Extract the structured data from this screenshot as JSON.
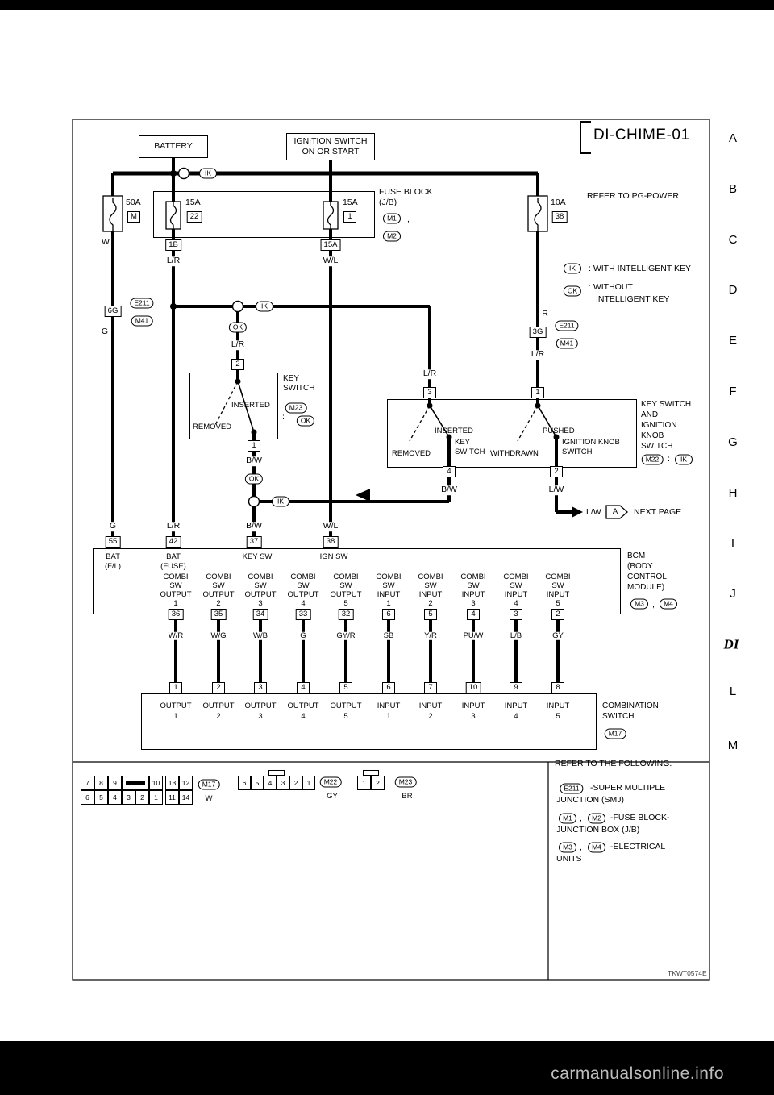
{
  "page": {
    "diagram_title": "DI-CHIME-01",
    "figure_code": "TKWT0574E",
    "watermark": "carmanualsonline.info",
    "section_current": "DI",
    "side_letters": [
      "A",
      "B",
      "C",
      "D",
      "E",
      "F",
      "G",
      "H",
      "I",
      "J"
    ],
    "side_letters_bottom": [
      "L",
      "M"
    ]
  },
  "notes": {
    "refer_pg_power": "REFER TO PG-POWER.",
    "ik": "IK",
    "ok": "OK",
    "with_ik": ": WITH INTELLIGENT KEY",
    "without_ik_1": ": WITHOUT",
    "without_ik_2": "INTELLIGENT KEY",
    "next_page": "NEXT PAGE",
    "next_page_ref": "A",
    "colon": ":",
    "comma": ","
  },
  "power": {
    "battery": "BATTERY",
    "ignition_1": "IGNITION SWITCH",
    "ignition_2": "ON OR START",
    "fuse_block_1": "FUSE BLOCK",
    "fuse_block_2": "(J/B)",
    "jb_ref_1": "M1",
    "jb_ref_2": "M2",
    "f50_amp": "50A",
    "f50_slot": "M",
    "f50_wire": "W",
    "f22_amp": "15A",
    "f22_slot": "22",
    "f22_out": "1B",
    "f22_wire": "L/R",
    "f1_amp": "15A",
    "f1_slot": "1",
    "f1_out": "15A",
    "f1_wire": "W/L",
    "f38_amp": "10A",
    "f38_slot": "38"
  },
  "smj_left": {
    "pin": "6G",
    "ref1": "E211",
    "ref2": "M41",
    "wire_out": "G"
  },
  "smj_right": {
    "wire_in": "R",
    "pin": "3G",
    "ref1": "E211",
    "ref2": "M41",
    "wire_out": "L/R"
  },
  "key_switch": {
    "pin_in": "2",
    "pin_out": "1",
    "wire_out": "B/W",
    "inserted": "INSERTED",
    "removed": "REMOVED",
    "name_1": "KEY",
    "name_2": "SWITCH",
    "ref": "M23"
  },
  "ks_ik": {
    "wire_in_key": "L/R",
    "pin_key_in": "3",
    "pin_knob_in": "1",
    "pin_key_out": "4",
    "pin_knob_out": "2",
    "wire_key_out": "B/W",
    "wire_knob_out": "L/W",
    "wire_next": "L/W",
    "inserted": "INSERTED",
    "removed": "REMOVED",
    "pushed": "PUSHED",
    "withdrawn": "WITHDRAWN",
    "key_name_1": "KEY",
    "key_name_2": "SWITCH",
    "knob_name_1": "IGNITION KNOB",
    "knob_name_2": "SWITCH",
    "side_label_1": "KEY SWITCH",
    "side_label_2": "AND",
    "side_label_3": "IGNITION",
    "side_label_4": "KNOB",
    "side_label_5": "SWITCH",
    "ref": "M22"
  },
  "bcm": {
    "top_pins": [
      {
        "wire": "G",
        "pin": "55",
        "l1": "BAT",
        "l2": "(F/L)"
      },
      {
        "wire": "L/R",
        "pin": "42",
        "l1": "BAT",
        "l2": "(FUSE)"
      },
      {
        "wire": "B/W",
        "pin": "37",
        "l1": "KEY SW",
        "l2": ""
      },
      {
        "wire": "W/L",
        "pin": "38",
        "l1": "IGN SW",
        "l2": ""
      }
    ],
    "bottom_pins": [
      {
        "l1": "COMBI",
        "l2": "SW",
        "l3": "OUTPUT",
        "l4": "1",
        "pin": "36",
        "wire": "W/R",
        "cs_pin": "1",
        "cs1": "OUTPUT",
        "cs2": "1"
      },
      {
        "l1": "COMBI",
        "l2": "SW",
        "l3": "OUTPUT",
        "l4": "2",
        "pin": "35",
        "wire": "W/G",
        "cs_pin": "2",
        "cs1": "OUTPUT",
        "cs2": "2"
      },
      {
        "l1": "COMBI",
        "l2": "SW",
        "l3": "OUTPUT",
        "l4": "3",
        "pin": "34",
        "wire": "W/B",
        "cs_pin": "3",
        "cs1": "OUTPUT",
        "cs2": "3"
      },
      {
        "l1": "COMBI",
        "l2": "SW",
        "l3": "OUTPUT",
        "l4": "4",
        "pin": "33",
        "wire": "G",
        "cs_pin": "4",
        "cs1": "OUTPUT",
        "cs2": "4"
      },
      {
        "l1": "COMBI",
        "l2": "SW",
        "l3": "OUTPUT",
        "l4": "5",
        "pin": "32",
        "wire": "GY/R",
        "cs_pin": "5",
        "cs1": "OUTPUT",
        "cs2": "5"
      },
      {
        "l1": "COMBI",
        "l2": "SW",
        "l3": "INPUT",
        "l4": "1",
        "pin": "6",
        "wire": "SB",
        "cs_pin": "6",
        "cs1": "INPUT",
        "cs2": "1"
      },
      {
        "l1": "COMBI",
        "l2": "SW",
        "l3": "INPUT",
        "l4": "2",
        "pin": "5",
        "wire": "Y/R",
        "cs_pin": "7",
        "cs1": "INPUT",
        "cs2": "2"
      },
      {
        "l1": "COMBI",
        "l2": "SW",
        "l3": "INPUT",
        "l4": "3",
        "pin": "4",
        "wire": "PU/W",
        "cs_pin": "10",
        "cs1": "INPUT",
        "cs2": "3"
      },
      {
        "l1": "COMBI",
        "l2": "SW",
        "l3": "INPUT",
        "l4": "4",
        "pin": "3",
        "wire": "L/B",
        "cs_pin": "9",
        "cs1": "INPUT",
        "cs2": "4"
      },
      {
        "l1": "COMBI",
        "l2": "SW",
        "l3": "INPUT",
        "l4": "5",
        "pin": "2",
        "wire": "GY",
        "cs_pin": "8",
        "cs1": "INPUT",
        "cs2": "5"
      }
    ],
    "name_1": "BCM",
    "name_2": "(BODY",
    "name_3": "CONTROL",
    "name_4": "MODULE)",
    "ref1": "M3",
    "ref2": "M4"
  },
  "comb_switch": {
    "name_1": "COMBINATION",
    "name_2": "SWITCH",
    "ref": "M17"
  },
  "conn_views": {
    "m17": {
      "ref": "M17",
      "color": "W",
      "row1": [
        "7",
        "8",
        "9",
        "10"
      ],
      "row1b": [
        "13",
        "12"
      ],
      "row2": [
        "6",
        "5",
        "4",
        "3",
        "2",
        "1"
      ],
      "row2b": [
        "11",
        "14"
      ]
    },
    "m22": {
      "ref": "M22",
      "color": "GY",
      "row": [
        "6",
        "5",
        "4",
        "3",
        "2",
        "1"
      ]
    },
    "m23": {
      "ref": "M23",
      "color": "BR",
      "row": [
        "1",
        "2"
      ]
    }
  },
  "refer_box": {
    "title": "REFER TO THE FOLLOWING.",
    "r1_ref": "E211",
    "r1_t1": "-SUPER MULTIPLE",
    "r1_t2": "JUNCTION (SMJ)",
    "r2_ref1": "M1",
    "r2_ref2": "M2",
    "r2_t1": "-FUSE BLOCK-",
    "r2_t2": "JUNCTION BOX (J/B)",
    "r3_ref1": "M3",
    "r3_ref2": "M4",
    "r3_t1": "-ELECTRICAL",
    "r3_t2": "UNITS"
  }
}
